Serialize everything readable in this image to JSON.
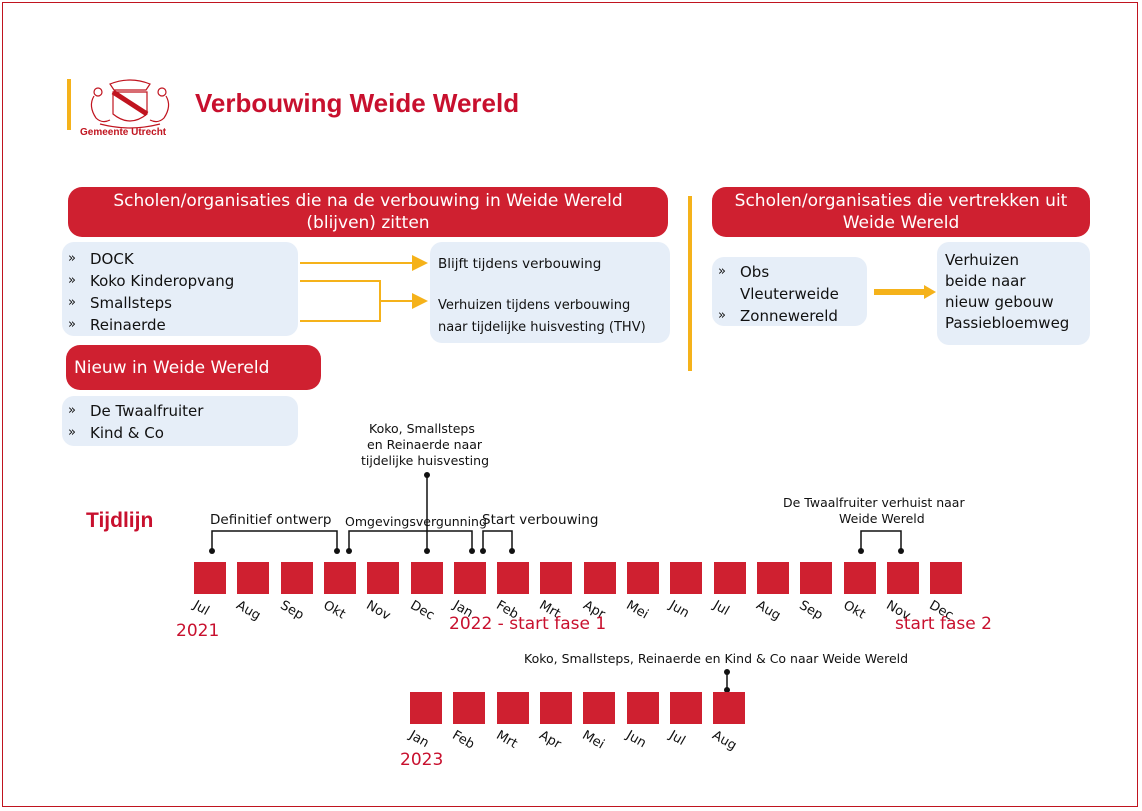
{
  "logo": {
    "text": "Gemeente Utrecht",
    "icon": "utrecht-coat-of-arms"
  },
  "title": "Verbouwing Weide Wereld",
  "stay_section": {
    "header": "Scholen/organisaties die na de verbouwing in Weide Wereld (blijven) zitten",
    "items": [
      "DOCK",
      "Koko Kinderopvang",
      "Smallsteps",
      "Reinaerde"
    ],
    "note_stay": "Blijft tijdens verbouwing",
    "note_move_1": "Verhuizen tijdens verbouwing",
    "note_move_2": "naar tijdelijke huisvesting (THV)"
  },
  "new_section": {
    "header": "Nieuw in Weide Wereld",
    "items": [
      "De Twaalfruiter",
      "Kind & Co"
    ]
  },
  "leave_section": {
    "header": "Scholen/organisaties die vertrekken uit Weide Wereld",
    "items": [
      "Obs Vleuterweide",
      "Zonnewereld"
    ],
    "item1_line1": "Obs",
    "item1_line2": "Vleuterweide",
    "target_lines": [
      "Verhuizen",
      "beide naar",
      "nieuw gebouw",
      "Passiebloemweg"
    ]
  },
  "bullet": "»",
  "timeline": {
    "label": "Tijdlijn",
    "row1_months": [
      "Jul",
      "Aug",
      "Sep",
      "Okt",
      "Nov",
      "Dec",
      "Jan",
      "Feb",
      "Mrt",
      "Apr",
      "Mei",
      "Jun",
      "Jul",
      "Aug",
      "Sep",
      "Okt",
      "Nov",
      "Dec"
    ],
    "row2_months": [
      "Jan",
      "Feb",
      "Mrt",
      "Apr",
      "Mei",
      "Jun",
      "Jul",
      "Aug"
    ],
    "year_2021": "2021",
    "year_2022": "2022 - start fase 1",
    "start_fase_2": "start fase 2",
    "year_2023": "2023",
    "ann_definitief": "Definitief ontwerp",
    "ann_omgeving": "Omgevingsvergunning",
    "ann_start": "Start verbouwing",
    "ann_koko_1": "Koko, Smallsteps",
    "ann_koko_2": "en Reinaerde naar",
    "ann_koko_3": "tijdelijke huisvesting",
    "ann_twaalf_1": "De Twaalfruiter verhuist naar",
    "ann_twaalf_2": "Weide Wereld",
    "ann_final": "Koko, Smallsteps, Reinaerde en Kind & Co naar Weide Wereld"
  },
  "colors": {
    "red": "#cf2030",
    "yellow": "#f5b21a",
    "light_blue": "#e6eef8"
  }
}
